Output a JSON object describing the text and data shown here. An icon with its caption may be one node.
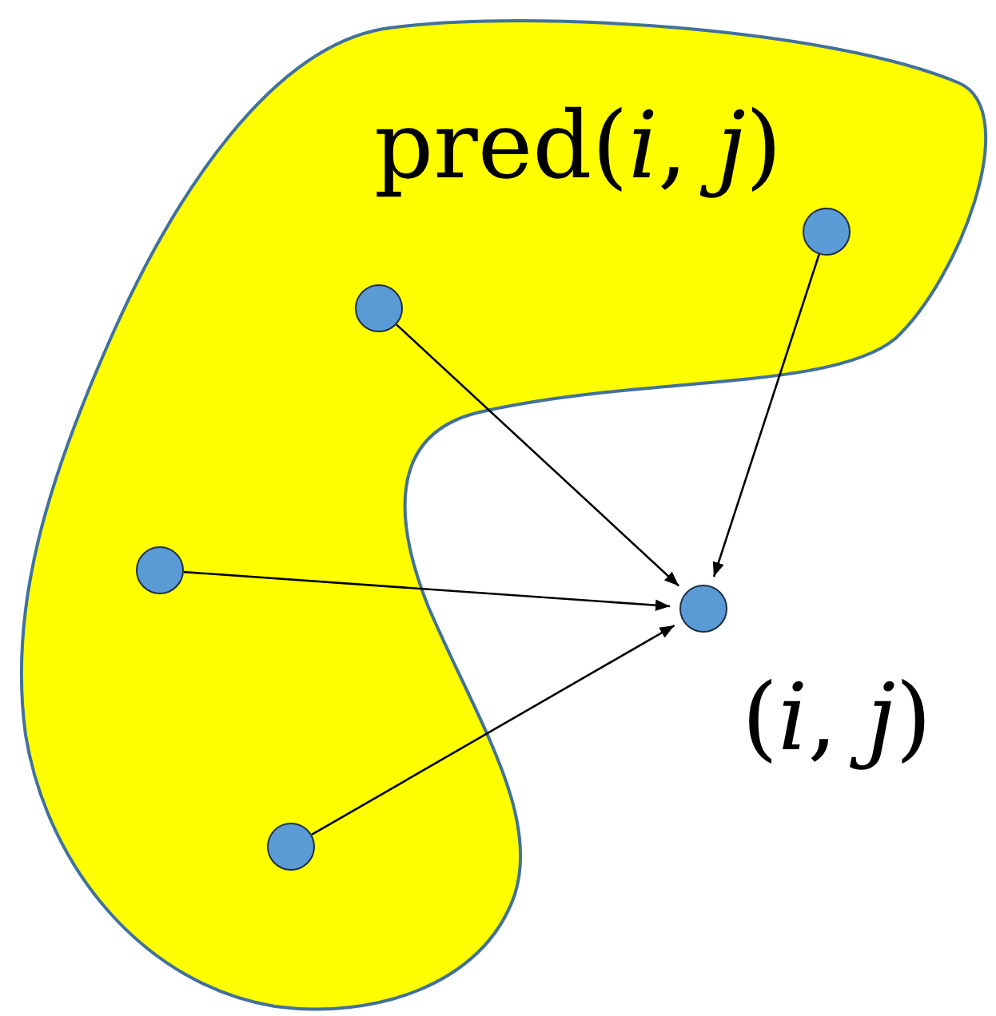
{
  "diagram": {
    "nodes": [
      {
        "text": [
          "pred(*i*, *j*)"
        ]
      },
      {
        "text": [],
        "shape": "circle",
        "in": 0
      },
      {
        "text": [],
        "shape": "circle",
        "in": 0
      },
      {
        "text": [],
        "shape": "circle",
        "in": 0
      },
      {
        "text": [],
        "shape": "circle",
        "in": 0
      },
      {
        "text": [],
        "shape": "circle",
        "beside": [
          "(*i*, *j*)"
        ]
      }
    ],
    "edges": [
      {
        "from": 1,
        "to": 5,
        "arrow": "to"
      },
      {
        "from": 2,
        "to": 5,
        "arrow": "to"
      },
      {
        "from": 3,
        "to": 5,
        "arrow": "to"
      },
      {
        "from": 4,
        "to": 5,
        "arrow": "to"
      }
    ]
  }
}
